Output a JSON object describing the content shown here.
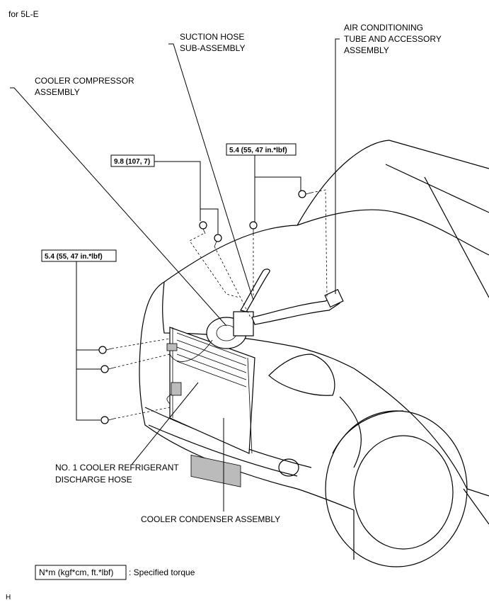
{
  "header": {
    "variant": "for 5L-E"
  },
  "labels": {
    "suction_hose": [
      "SUCTION HOSE",
      "SUB-ASSEMBLY"
    ],
    "ac_tube": [
      "AIR CONDITIONING",
      "TUBE AND ACCESSORY",
      "ASSEMBLY"
    ],
    "compressor": [
      "COOLER COMPRESSOR",
      "ASSEMBLY"
    ],
    "discharge_hose": [
      "NO. 1 COOLER REFRIGERANT",
      "DISCHARGE HOSE"
    ],
    "condenser": "COOLER CONDENSER ASSEMBLY"
  },
  "torque": {
    "compressor_bolts": "9.8 (107, 7)",
    "tube_bolts": "5.4 (55, 47 in.*lbf)",
    "condenser_bolts": "5.4 (55, 47 in.*lbf)"
  },
  "legend": {
    "box": "N*m (kgf*cm, ft.*lbf)",
    "text": ": Specified torque"
  },
  "footer": {
    "code": "H"
  }
}
